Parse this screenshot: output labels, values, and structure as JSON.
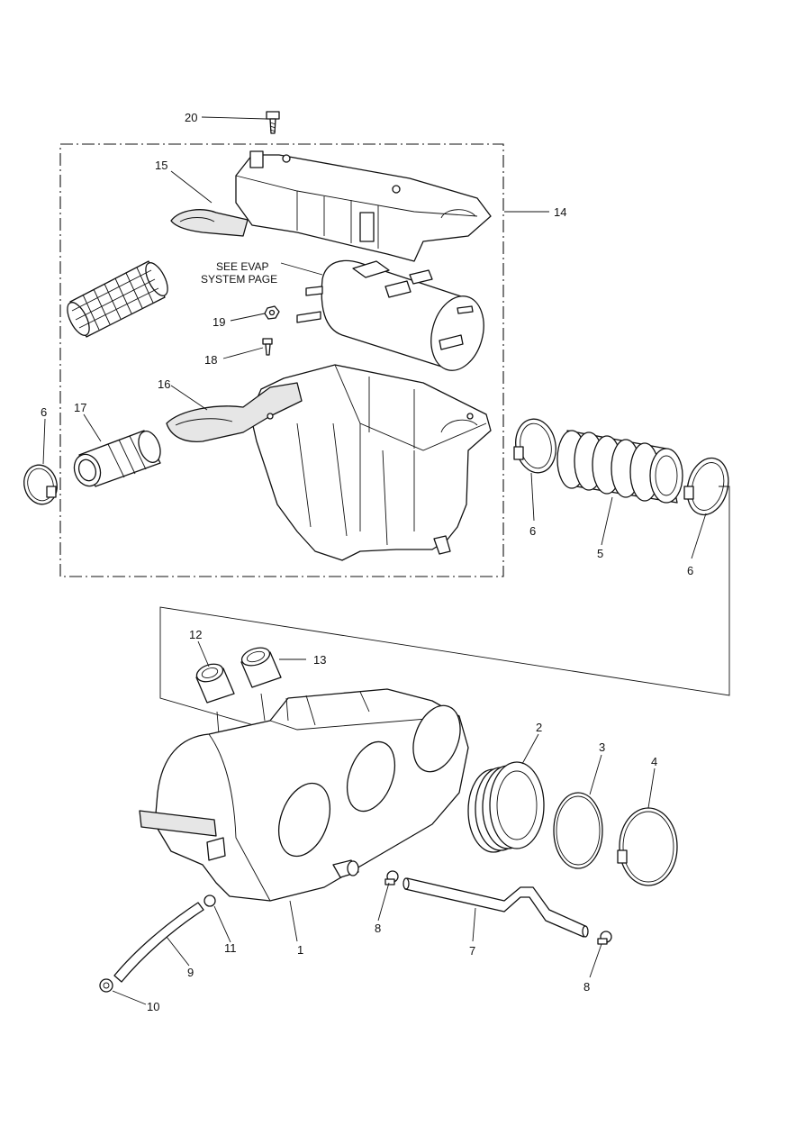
{
  "callouts": {
    "c1": "1",
    "c2": "2",
    "c3": "3",
    "c4": "4",
    "c5": "5",
    "c6a": "6",
    "c6b": "6",
    "c6c": "6",
    "c7": "7",
    "c8a": "8",
    "c8b": "8",
    "c9": "9",
    "c10": "10",
    "c11": "11",
    "c12": "12",
    "c13": "13",
    "c14": "14",
    "c15": "15",
    "c16": "16",
    "c17": "17",
    "c18": "18",
    "c19": "19",
    "c20": "20"
  },
  "note": {
    "line1": "SEE EVAP",
    "line2": "SYSTEM PAGE"
  }
}
